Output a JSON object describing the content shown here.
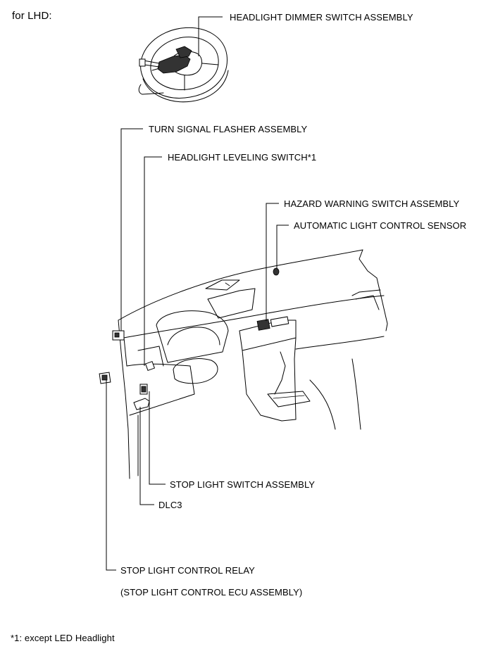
{
  "heading": "for LHD:",
  "labels": {
    "headlight_dimmer": "HEADLIGHT DIMMER SWITCH ASSEMBLY",
    "turn_signal_flasher": "TURN SIGNAL FLASHER ASSEMBLY",
    "headlight_leveling": "HEADLIGHT LEVELING SWITCH*1",
    "hazard_warning": "HAZARD WARNING SWITCH ASSEMBLY",
    "auto_light_sensor": "AUTOMATIC LIGHT CONTROL SENSOR",
    "stop_light_switch": "STOP LIGHT SWITCH ASSEMBLY",
    "dlc3": "DLC3",
    "stop_light_relay": "STOP LIGHT CONTROL RELAY",
    "stop_light_ecu": "(STOP LIGHT CONTROL ECU ASSEMBLY)"
  },
  "footnote": "*1: except LED Headlight"
}
